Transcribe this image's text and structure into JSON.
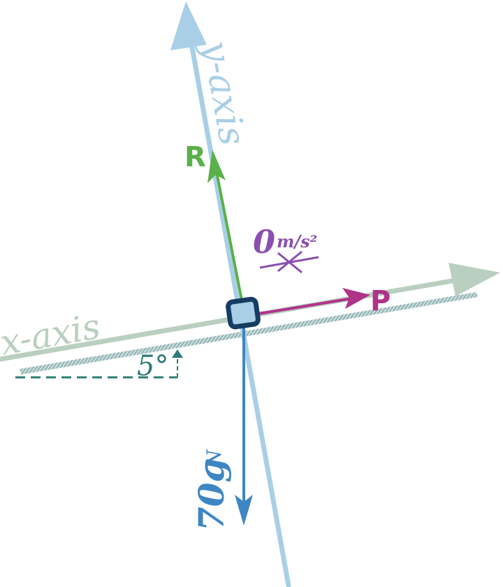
{
  "labels": {
    "y_axis": "y-axis",
    "x_axis": "x-axis",
    "reaction": "R",
    "pull": "P",
    "weight": "70g",
    "weight_unit": "N",
    "angle": "5°",
    "acceleration_value": "0",
    "acceleration_unit": "m/s²"
  },
  "colors": {
    "x_axis": "#b9cfbf",
    "y_axis": "#a9cfe6",
    "reaction": "#5ab04a",
    "pull": "#b0338a",
    "weight": "#3d86c3",
    "acceleration": "#8a4fb0",
    "angle": "#2f7b76",
    "block_border": "#163c63",
    "block_fill": "#a9cfe6",
    "slope_hatch": "#7aa3a6"
  },
  "angle_deg": 5
}
